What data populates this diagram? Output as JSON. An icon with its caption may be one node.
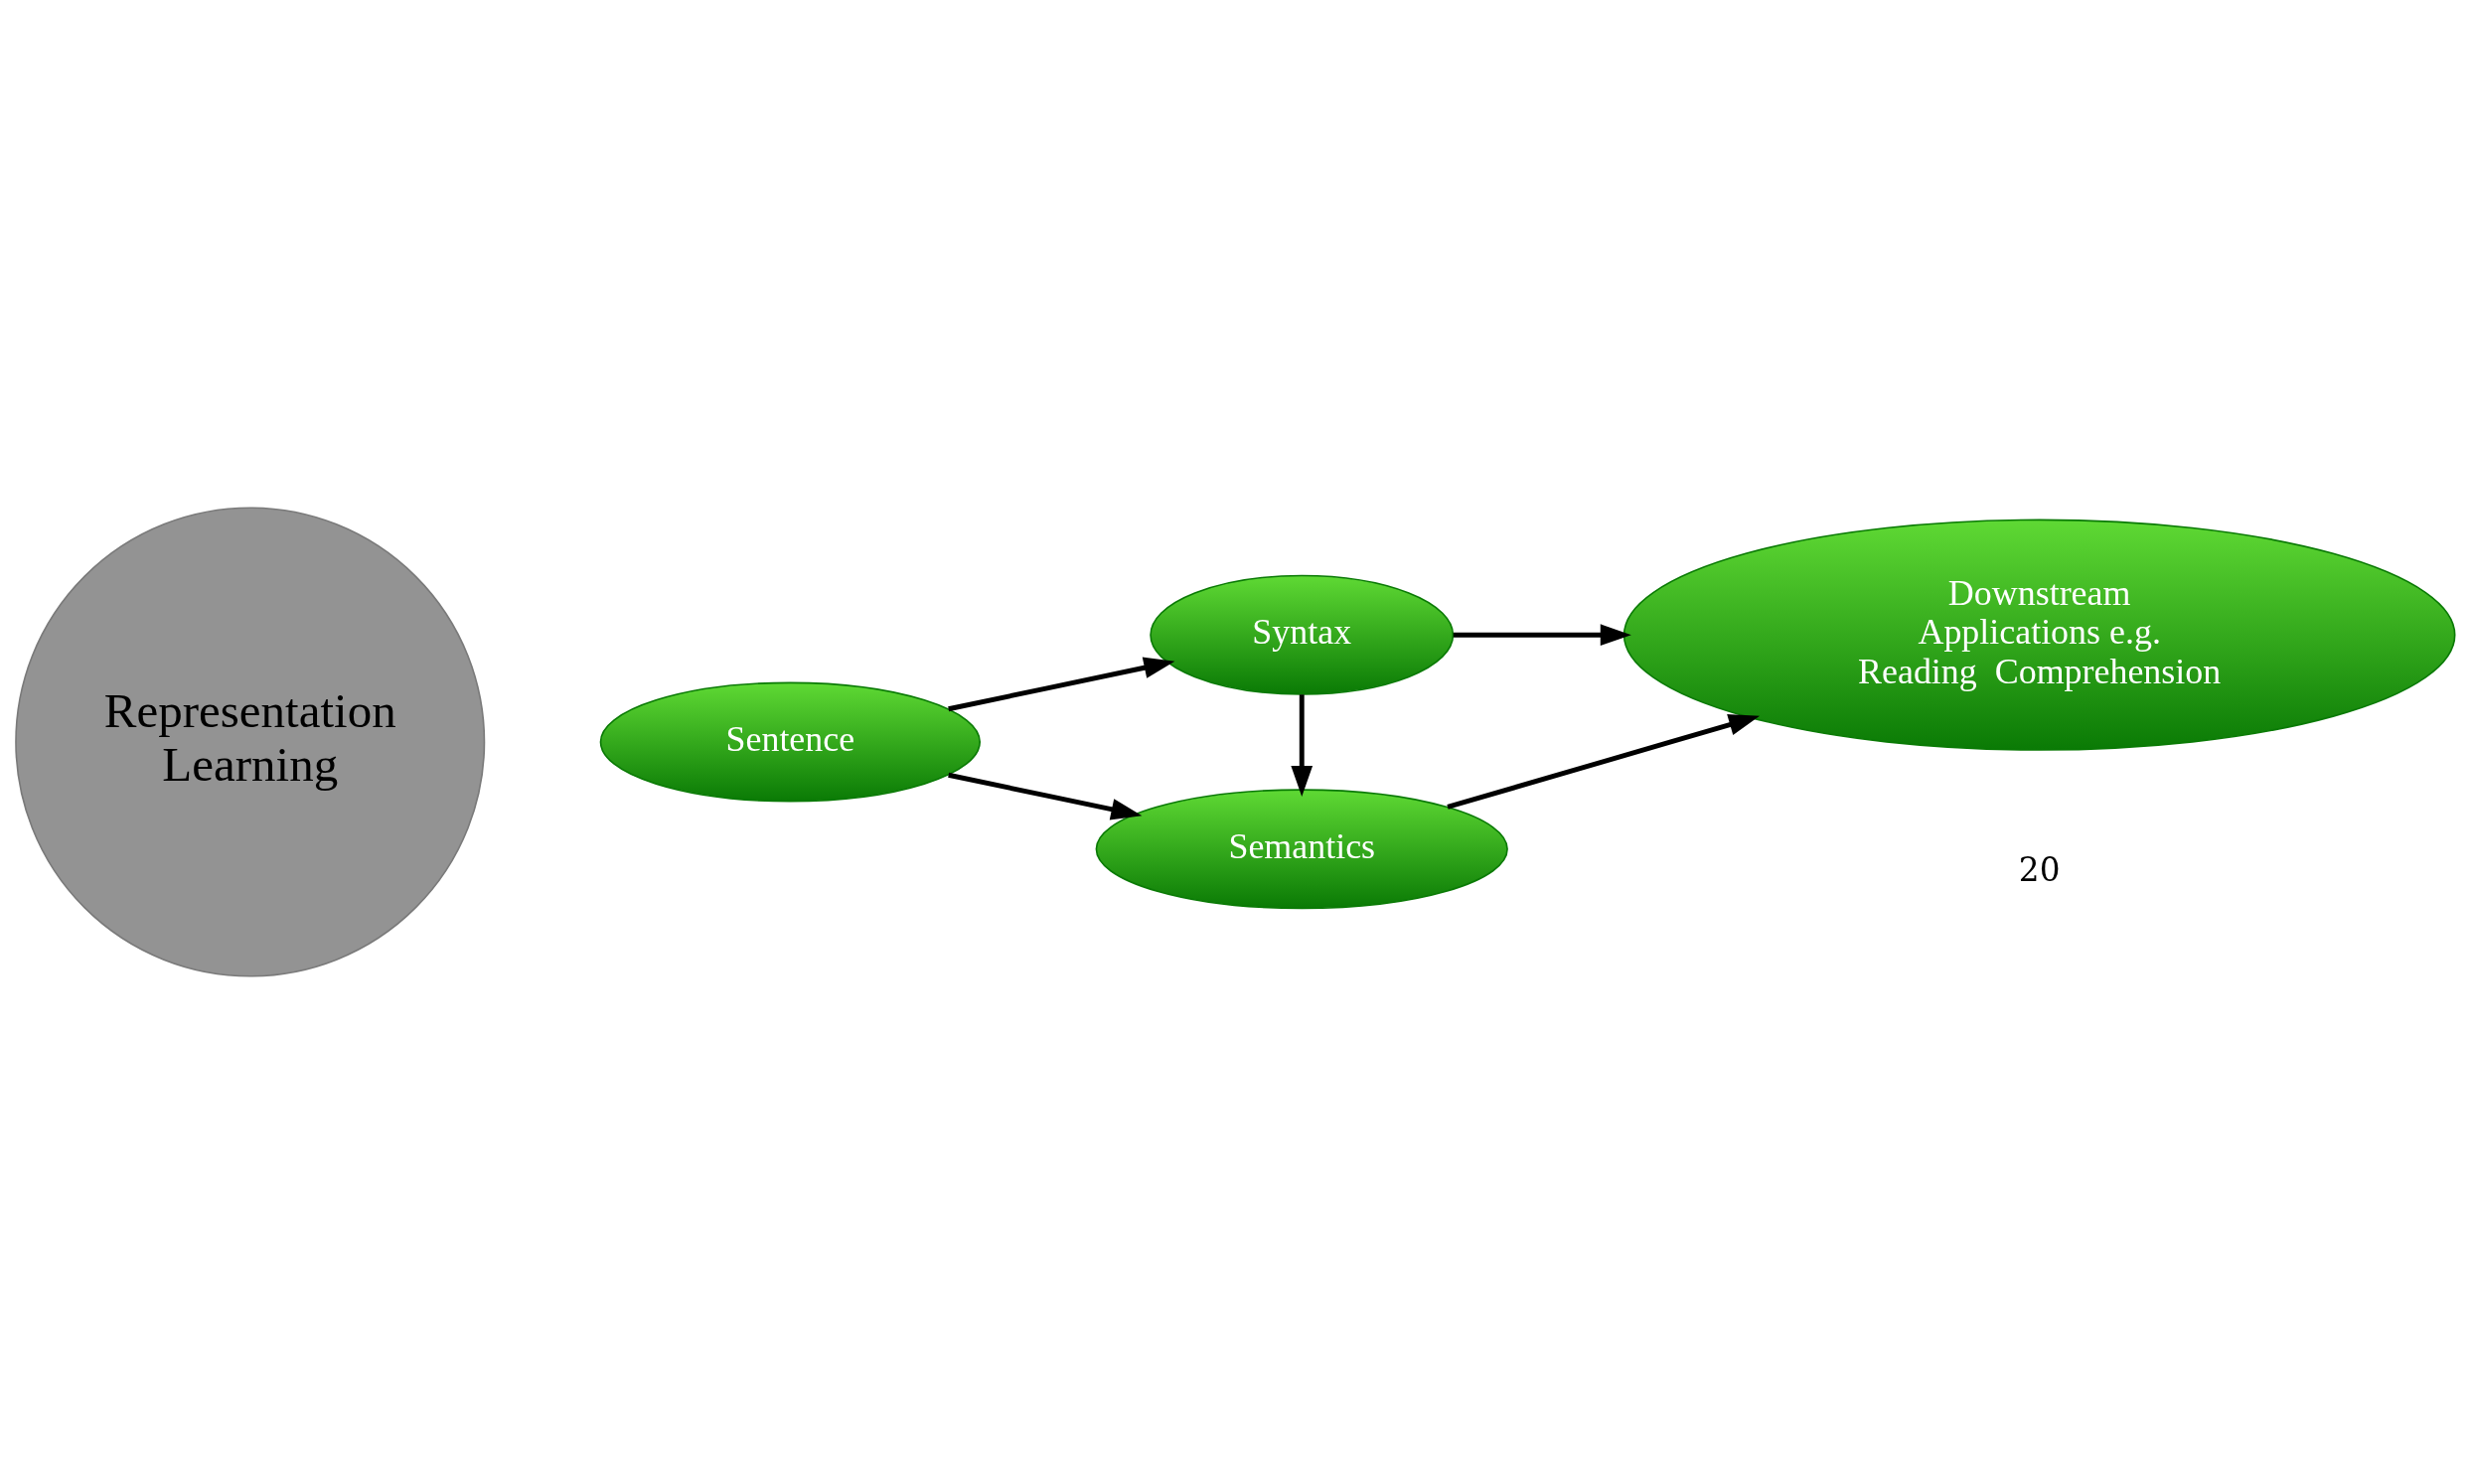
{
  "diagram": {
    "nodes": [
      {
        "text": [
          "Representation Learning"
        ]
      },
      {
        "text": [
          "Sentence"
        ]
      },
      {
        "text": [
          "Syntax"
        ]
      },
      {
        "text": [
          "Semantics"
        ]
      },
      {
        "text": [
          "Downstream Applications e.g. Reading  Comprehension"
        ]
      }
    ],
    "edges": [
      {
        "from": 1,
        "to": 2,
        "arrow": "to"
      },
      {
        "from": 1,
        "to": 3,
        "arrow": "to"
      },
      {
        "from": 2,
        "to": 3,
        "arrow": "to"
      },
      {
        "from": 2,
        "to": 4,
        "arrow": "to"
      },
      {
        "from": 3,
        "to": 4,
        "arrow": "to"
      }
    ],
    "labels": [
      "20"
    ]
  }
}
